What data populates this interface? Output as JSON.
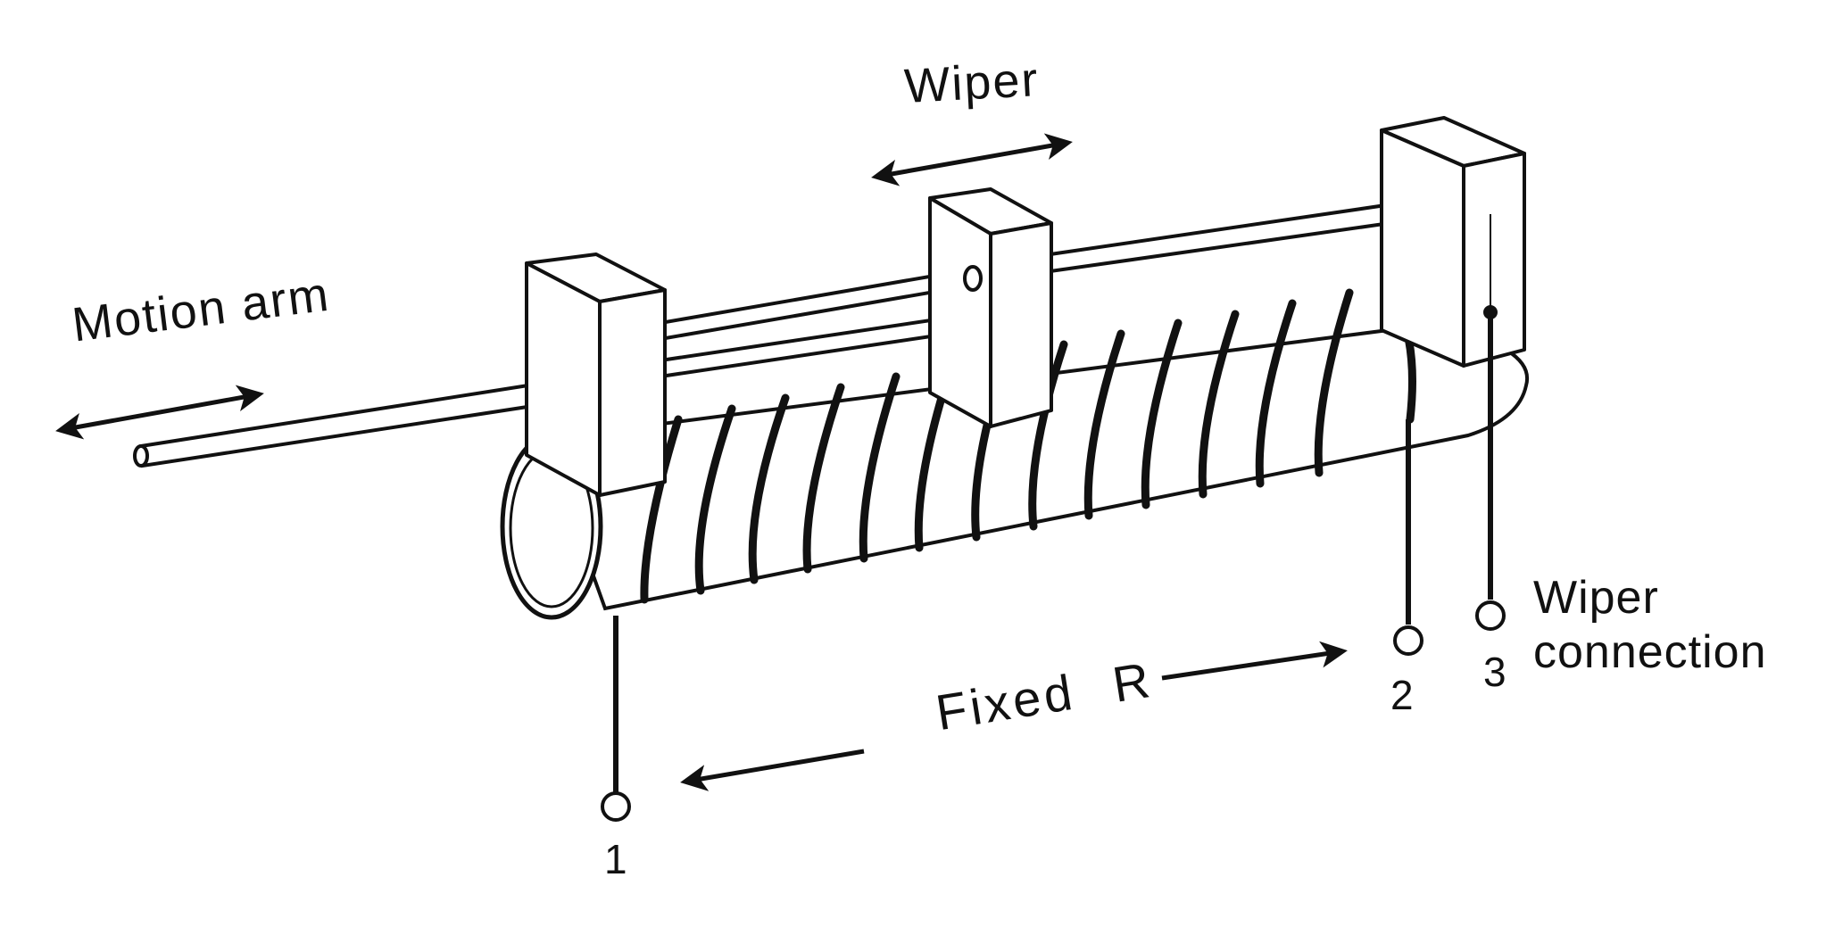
{
  "labels": {
    "motion_arm": "Motion arm",
    "wiper": "Wiper",
    "fixed_r": "Fixed R",
    "wiper_connection": "Wiper connection",
    "terminal_1": "1",
    "terminal_2": "2",
    "terminal_3": "3"
  },
  "colors": {
    "line": "#111111",
    "background": "#ffffff"
  }
}
